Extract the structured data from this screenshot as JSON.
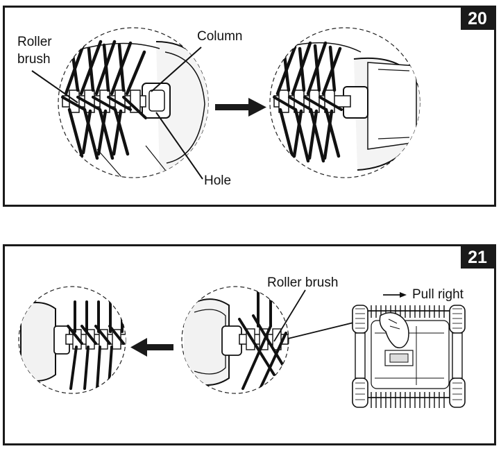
{
  "steps": [
    {
      "number": "20",
      "labels": {
        "roller_brush_line1": "Roller",
        "roller_brush_line2": "brush",
        "column": "Column",
        "hole": "Hole"
      }
    },
    {
      "number": "21",
      "labels": {
        "roller_brush": "Roller brush",
        "pull_right": "Pull right"
      }
    }
  ],
  "icons": [
    "arrow-right-icon",
    "arrow-left-icon",
    "pull-right-arrow-icon"
  ]
}
